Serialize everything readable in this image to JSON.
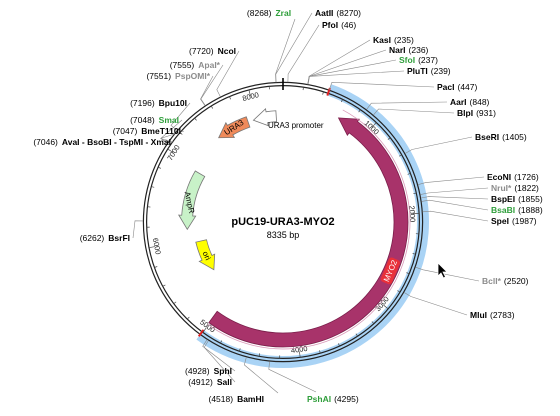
{
  "plasmid": {
    "name": "pUC19-URA3-MYO2",
    "size_label": "8335 bp",
    "length": 8335
  },
  "colors": {
    "black": "#000000",
    "green": "#2e9e3a",
    "gray": "#8c8c8c",
    "myo2": "#a8336a",
    "ura3": "#ef8a5a",
    "ampr": "#c8f2c8",
    "ori": "#ffff00",
    "highlight": "#a9d3f5"
  },
  "ticks": [
    {
      "label": "1000",
      "pos": 1000
    },
    {
      "label": "2000",
      "pos": 2000
    },
    {
      "label": "3000",
      "pos": 3000
    },
    {
      "label": "4000",
      "pos": 4000
    },
    {
      "label": "5000",
      "pos": 5000
    },
    {
      "label": "6000",
      "pos": 6000
    },
    {
      "label": "7000",
      "pos": 7000
    },
    {
      "label": "8000",
      "pos": 8000
    }
  ],
  "features": [
    {
      "id": "myo2",
      "label": "MYO2",
      "start": 5010,
      "end": 650,
      "strand": -1,
      "color": "#a8336a"
    },
    {
      "id": "ura3",
      "label": "URA3",
      "start": 7890,
      "end": 7470,
      "strand": -1,
      "color": "#ef8a5a"
    },
    {
      "id": "ura3-promoter",
      "label": "URA3 promoter",
      "start": 8250,
      "end": 7960,
      "strand": -1,
      "color": "#ffffff"
    },
    {
      "id": "ampr",
      "label": "AmpR",
      "start": 6950,
      "end": 6150,
      "strand": -1,
      "color": "#c8f2c8"
    },
    {
      "id": "ori",
      "label": "ori",
      "start": 5950,
      "end": 5450,
      "strand": -1,
      "color": "#ffff00"
    }
  ],
  "sites": [
    {
      "name": "ZraI",
      "pos_label": "(8268)",
      "color": "green",
      "side": "left"
    },
    {
      "name": "AatII",
      "pos_label": "(8270)",
      "color": "black",
      "side": "right"
    },
    {
      "name": "PfoI",
      "pos_label": "(46)",
      "color": "black",
      "side": "right"
    },
    {
      "name": "KasI",
      "pos_label": "(235)",
      "color": "black",
      "side": "right"
    },
    {
      "name": "NarI",
      "pos_label": "(236)",
      "color": "black",
      "side": "right"
    },
    {
      "name": "SfoI",
      "pos_label": "(237)",
      "color": "green",
      "side": "right"
    },
    {
      "name": "PluTI",
      "pos_label": "(239)",
      "color": "black",
      "side": "right"
    },
    {
      "name": "PacI",
      "pos_label": "(447)",
      "color": "black",
      "side": "right"
    },
    {
      "name": "AarI",
      "pos_label": "(848)",
      "color": "black",
      "side": "right"
    },
    {
      "name": "BlpI",
      "pos_label": "(931)",
      "color": "black",
      "side": "right"
    },
    {
      "name": "BseRI",
      "pos_label": "(1405)",
      "color": "black",
      "side": "right"
    },
    {
      "name": "EcoNI",
      "pos_label": "(1726)",
      "color": "black",
      "side": "right"
    },
    {
      "name": "NruI*",
      "pos_label": "(1822)",
      "color": "gray",
      "side": "right"
    },
    {
      "name": "BspEI",
      "pos_label": "(1855)",
      "color": "black",
      "side": "right"
    },
    {
      "name": "BsaBI",
      "pos_label": "(1888)",
      "color": "green",
      "side": "right"
    },
    {
      "name": "SpeI",
      "pos_label": "(1987)",
      "color": "black",
      "side": "right"
    },
    {
      "name": "BclI*",
      "pos_label": "(2520)",
      "color": "gray",
      "side": "right"
    },
    {
      "name": "MluI",
      "pos_label": "(2783)",
      "color": "black",
      "side": "right"
    },
    {
      "name": "PshAI",
      "pos_label": "(4295)",
      "color": "green",
      "side": "right"
    },
    {
      "name": "BamHI",
      "pos_label": "(4518)",
      "color": "black",
      "side": "left"
    },
    {
      "name": "SalI",
      "pos_label": "(4912)",
      "color": "black",
      "side": "left"
    },
    {
      "name": "SphI",
      "pos_label": "(4928)",
      "color": "black",
      "side": "left"
    },
    {
      "name": "BsrFI",
      "pos_label": "(6262)",
      "color": "black",
      "side": "left"
    },
    {
      "name": "AvaI - BsoBI - TspMI - XmaI",
      "pos_label": "(7046)",
      "color": "black",
      "side": "left"
    },
    {
      "name": "BmeT110I",
      "pos_label": "(7047)",
      "color": "black",
      "side": "left"
    },
    {
      "name": "SmaI",
      "pos_label": "(7048)",
      "color": "green",
      "side": "left"
    },
    {
      "name": "Bpu10I",
      "pos_label": "(7196)",
      "color": "black",
      "side": "left"
    },
    {
      "name": "PspOMI*",
      "pos_label": "(7551)",
      "color": "gray",
      "side": "left"
    },
    {
      "name": "ApaI*",
      "pos_label": "(7555)",
      "color": "gray",
      "side": "left"
    },
    {
      "name": "NcoI",
      "pos_label": "(7720)",
      "color": "black",
      "side": "left"
    }
  ]
}
